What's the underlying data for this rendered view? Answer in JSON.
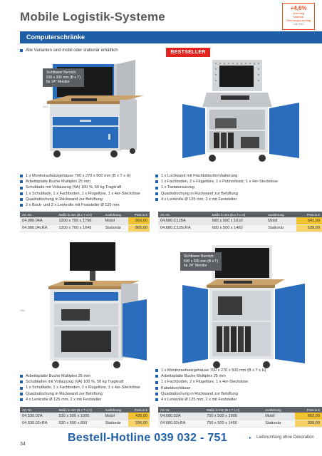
{
  "header": {
    "title": "Mobile Logistik-Systeme",
    "badge_pct": "+4,6%",
    "badge_line1": "Zuschlag",
    "badge_line2": "Material",
    "badge_line3": "Teuerungszuschlag",
    "badge_grey": "• ab 2022"
  },
  "section": {
    "title": "Computerschränke"
  },
  "intro": "Alle Varianten sind mobil oder stationär erhältlich",
  "bestseller": "BESTSELLER",
  "callouts": {
    "top": [
      "Sichtbarer Bereich:",
      "530 x 335 mm (B x T)",
      "für 24\" Monitor"
    ],
    "middle": [
      "Sichtbarer Bereich:",
      "530 x 335 mm (B x T)",
      "für 24\" Monitor"
    ]
  },
  "dim_ticks": {
    "top": "120",
    "bottom": "150"
  },
  "products": [
    {
      "bullets": [
        "1 x Monitoraufsatzgehäuse 700 x 270 x 500 mm (B x T x H)",
        "Arbeitsplatte Buche Multiplex 25 mm",
        "Schublade mit Vollauszug (VA) 100 %, 50 kg Tragkraft",
        "1 x Schublade, 1 x Fachboden, 1 x Flügeltüre, 1 x 4er-Steckdose",
        "Quadratlochung in Rückwand zur Belüftung",
        "2 x Bock- und 2 x Lenkrolle mit Feststeller Ø 125 mm"
      ],
      "table": {
        "headers": [
          "Art.-Nr.",
          "Maße in mm (B x T x H)",
          "Ausführung",
          "Preis in €"
        ],
        "rows": [
          [
            "04.980.04A",
            "1200 x 700 x 1796",
            "Mobil",
            "969,00"
          ],
          [
            "04.980.04cRA",
            "1200 x 700 x 1646",
            "Stationär",
            "865,00"
          ]
        ]
      }
    },
    {
      "bullets": [
        "1 x Lochwand mit Flachbildschirmhalterung",
        "1 x Fachboden, 2 x Flügeltüre, 1 x Putzvollsatz, 1 x 4er-Steckdose",
        "1 x Tastaturauszug",
        "Quadratlochung in Rückwand zur Belüftung",
        "4 x Lenkrolle Ø 125 mm, 2 x mit Feststeller"
      ],
      "table": {
        "headers": [
          "Art.-Nr.",
          "Maße in mm (B x T x H)",
          "Ausführung",
          "Preis in €"
        ],
        "rows": [
          [
            "04.680.C125A",
            "680 x 500 x 1610",
            "Mobil",
            "641,00"
          ],
          [
            "04.680.C125cRA",
            "680 x 500 x 1460",
            "Stationär",
            "539,00"
          ]
        ]
      }
    },
    {
      "bullets": [
        "Arbeitsplatte Buche Multiplex 25 mm",
        "Schubladen mit Vollauszug (VA) 100 %, 50 kg Tragkraft",
        "1 x Schublade, 1 x Fachboden, 1 x Flügeltüre, 1 x 4er-Steckdose",
        "Quadratlochung in Rückwand zur Belüftung",
        "4 x Lenkrolle Ø 125 mm, 2 x mit Feststeller"
      ],
      "table": {
        "headers": [
          "Art.-Nr.",
          "Maße in mm (B x T x H)",
          "Ausführung",
          "Preis in €"
        ],
        "rows": [
          [
            "04.530.02A",
            "530 x 500 x 1000",
            "Mobil",
            "435,00"
          ],
          [
            "04.530.02cRA",
            "530 x 500 x 850",
            "Stationär",
            "336,00"
          ]
        ]
      }
    },
    {
      "bullets": [
        "1 x Monitoraufsatzgehäuse 700 x 270 x 500 mm (B x T x H)",
        "Arbeitsplatte Buche Multiplex 25 mm",
        "1 x Fachboden, 2 x Flügeltüre, 1 x 4er-Steckdose",
        "Kabeldurchlässe",
        "Quadratlochung in Rückwand zur Belüftung",
        "4 x Lenkrolle Ø 125 mm, 2 x mit Feststeller"
      ],
      "table": {
        "headers": [
          "Art.-Nr.",
          "Maße in mm (B x T x H)",
          "Ausführung",
          "Preis in €"
        ],
        "rows": [
          [
            "04.680.02A",
            "750 x 500 x 1600",
            "Mobil",
            "662,00"
          ],
          [
            "04.680.02cRA",
            "750 x 500 x 1450",
            "Stationär",
            "399,00"
          ]
        ]
      }
    }
  ],
  "footer": {
    "page_number": "34",
    "hotline": "Bestell-Hotline 039 032 - 751",
    "note": "Lieferumfang ohne Dekoration"
  },
  "colors": {
    "brand_blue": "#1e5fa8",
    "accent_red": "#e2241f",
    "price_yellow": "#f2c230"
  }
}
